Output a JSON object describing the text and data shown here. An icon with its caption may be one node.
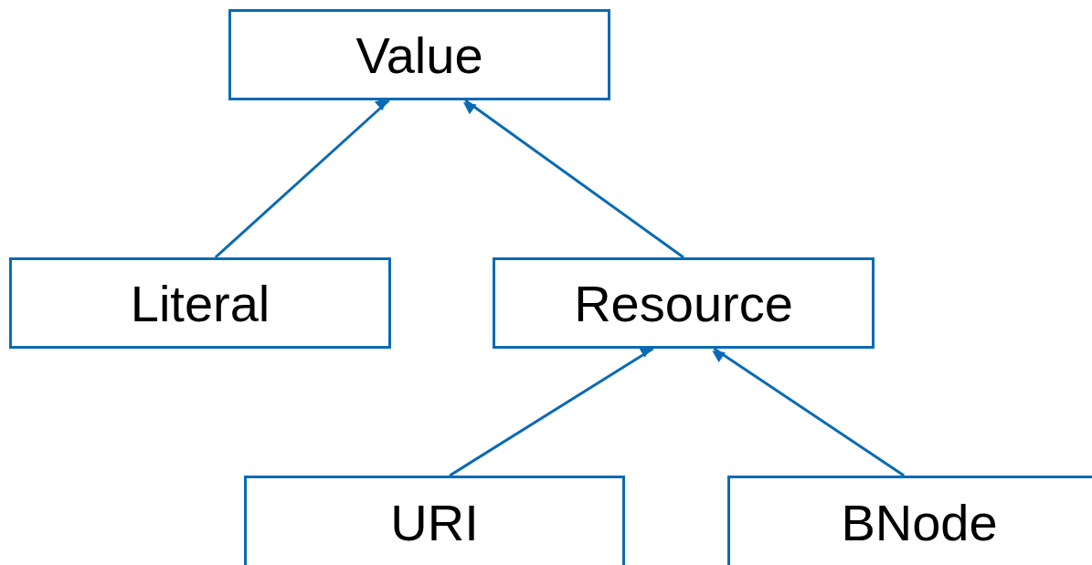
{
  "diagram": {
    "nodes": [
      {
        "text": [
          "Value"
        ]
      },
      {
        "text": [
          "Literal"
        ]
      },
      {
        "text": [
          "Resource"
        ]
      },
      {
        "text": [
          "URI"
        ]
      },
      {
        "text": [
          "BNode"
        ]
      }
    ],
    "edges": [
      {
        "from": 1,
        "to": 0,
        "arrow": "to"
      },
      {
        "from": 2,
        "to": 0,
        "arrow": "to"
      },
      {
        "from": 3,
        "to": 2,
        "arrow": "to"
      },
      {
        "from": 4,
        "to": 2,
        "arrow": "to"
      }
    ]
  }
}
